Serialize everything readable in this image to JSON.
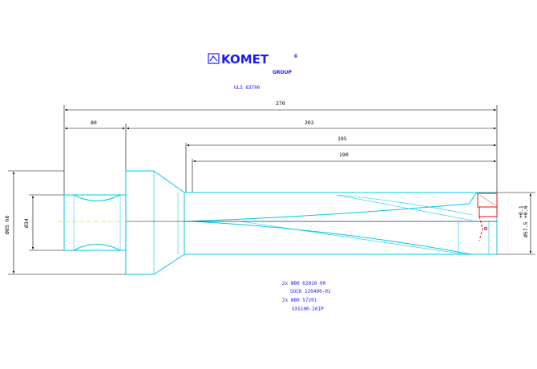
{
  "logo": {
    "brand": "KOMET",
    "registered": "®",
    "group": "GROUP"
  },
  "drawing_number": "ULS 63700",
  "dimensions": {
    "overall_length": "270",
    "shank_length": "80",
    "body_length": "202",
    "flute_length_1": "195",
    "flute_length_2": "190",
    "shank_outer_diameter": "Ø85 h6",
    "shank_inner_diameter": "Ø34",
    "cutting_diameter": "Ø57.5",
    "cutting_tolerance_upper": "+0.1",
    "cutting_tolerance_lower": "+0.0"
  },
  "notes": [
    "2x W80 62010 00",
    "SOCK 120400-01",
    "2x W80 57201",
    "SXS100-20IP"
  ],
  "colors": {
    "outline": "#00c8e6",
    "dimension": "#000000",
    "text": "#1a1aff",
    "insert": "#e01010",
    "centerline": "#e6e600"
  }
}
